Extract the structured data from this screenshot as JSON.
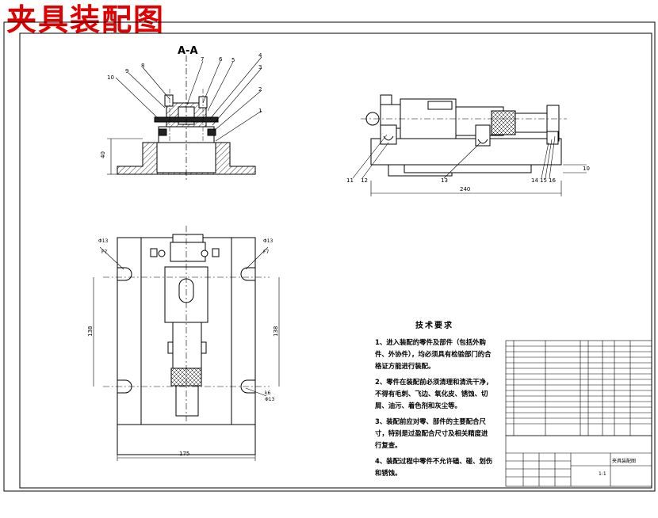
{
  "title": "夹具装配图",
  "section_label": "A-A",
  "tech": {
    "heading": "技术要求",
    "items": [
      "1、进入装配的零件及部件（包括外购件、外协件），均必须具有检验部门的合格证方能进行装配。",
      "2、零件在装配前必须清理和清洗干净，不得有毛刺、飞边、氧化皮、锈蚀、切屑、油污、着色剂和灰尘等。",
      "3、装配前应对零、部件的主要配合尺寸，特别是过盈配合尺寸及相关精度进行复查。",
      "4、装配过程中零件不允许磕、碰、划伤和锈蚀。"
    ]
  },
  "callouts": {
    "section": [
      "10",
      "9",
      "8",
      "7",
      "6",
      "5",
      "4",
      "3",
      "2",
      "1"
    ],
    "side": [
      "11",
      "12",
      "13",
      "14",
      "15",
      "16"
    ]
  },
  "dims": {
    "height_section": "40",
    "height_side": "10",
    "length_side": "240",
    "width_plan": "175",
    "spacing_left": "138",
    "spacing_right": "138",
    "fit_1": "F7",
    "fit_2": "k6",
    "fit_label": "Φ13"
  },
  "title_block": {
    "name": "夹具装配图",
    "scale": "1:1"
  }
}
